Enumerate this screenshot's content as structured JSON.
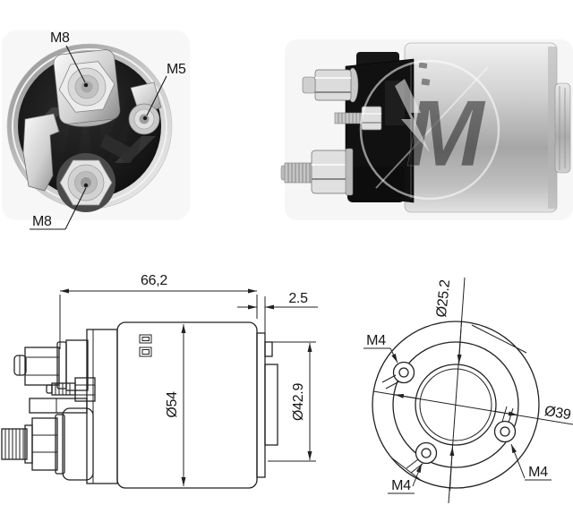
{
  "product_views": {
    "front_photo": {
      "terminal_labels": {
        "top": "M8",
        "right": "M5",
        "bottom": "M8"
      }
    },
    "side_photo": {
      "watermark_letter": "M"
    },
    "side_drawing": {
      "dims": {
        "overall_length": "66,2",
        "flange_thickness": "2.5",
        "body_diameter": "Ø54",
        "flange_diameter": "Ø42.9"
      }
    },
    "rear_drawing": {
      "dims": {
        "bore_diameter": "Ø25.2",
        "bolt_circle_diameter": "Ø39"
      },
      "hole_labels": {
        "upper": "M4",
        "lower": "M4",
        "right": "M4"
      }
    }
  },
  "colors": {
    "line": "#222222",
    "label": "#161616",
    "photo_dark": "#0d0d0d",
    "metal_light": "#ececec",
    "metal_mid": "#a8a8a8"
  }
}
